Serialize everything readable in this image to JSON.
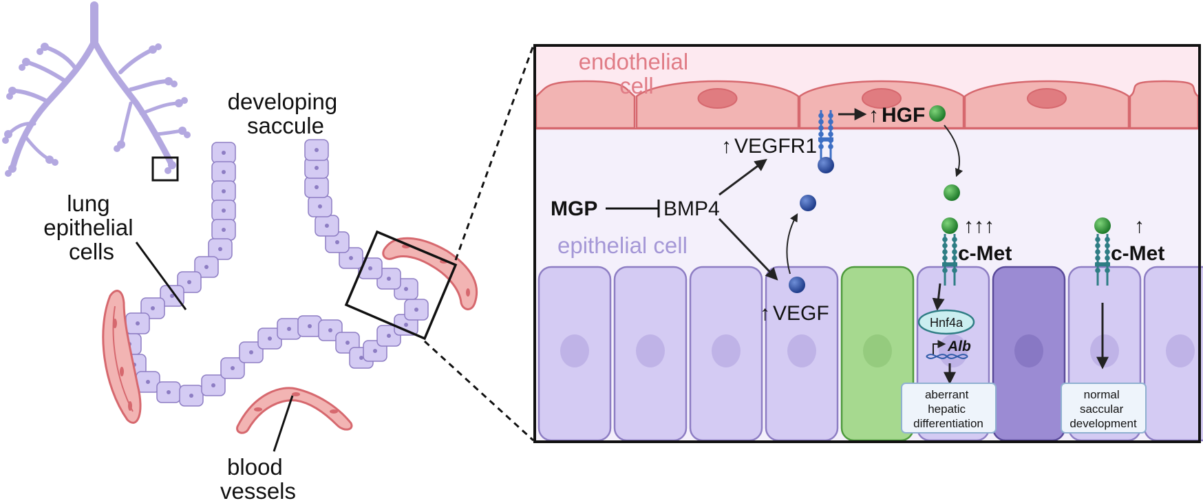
{
  "left": {
    "saccule_label": [
      "developing",
      "saccule"
    ],
    "epithelial_label": [
      "lung",
      "epithelial",
      "cells"
    ],
    "vessel_label": [
      "blood",
      "vessels"
    ]
  },
  "panel": {
    "endothelial_label": [
      "endothelial",
      "cell"
    ],
    "epithelial_label": "epithelial cell",
    "mgp": "MGP",
    "bmp4": "BMP4",
    "vegfr1": "VEGFR1",
    "vegf": "VEGF",
    "hgf": "HGF",
    "cmet_1": "c-Met",
    "cmet_2": "c-Met",
    "hnf4a": "Hnf4a",
    "alb": "Alb",
    "up_arrow": "↑",
    "triple_up": "↑↑↑",
    "box_aberrant": [
      "aberrant",
      "hepatic",
      "differentiation"
    ],
    "box_normal": [
      "normal",
      "saccular",
      "development"
    ]
  },
  "colors": {
    "epithelial_fill": "#d4cbf3",
    "epithelial_stroke": "#8d7dc3",
    "endothelial_fill": "#f2b4b3",
    "endothelial_stroke": "#d6686e",
    "hepatic_green": "#a6d98f",
    "normal_purple": "#9b8bd3",
    "receptor": "#2e7d84",
    "vegf_ball": "#2d4a9c",
    "hgf_ball": "#3a9a3a"
  }
}
